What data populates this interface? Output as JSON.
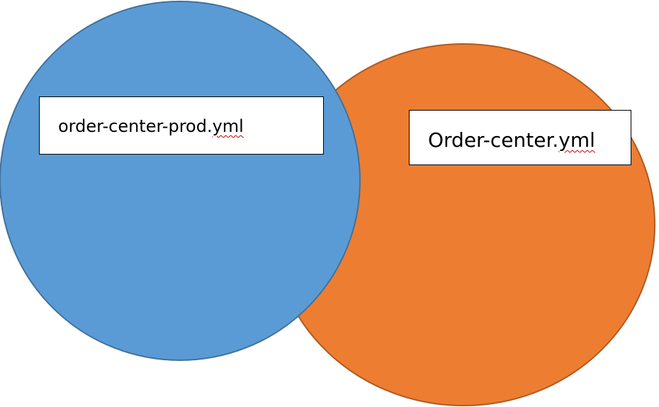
{
  "diagram": {
    "sets": [
      {
        "id": "prod",
        "label_prefix": "order-center-prod.",
        "label_suffix": "yml",
        "fill": "#5b9bd5",
        "stroke": "#41719c"
      },
      {
        "id": "main",
        "label_prefix": "Order-center.",
        "label_suffix": "yml",
        "fill": "#ed7d31",
        "stroke": "#ae5a21"
      }
    ]
  }
}
